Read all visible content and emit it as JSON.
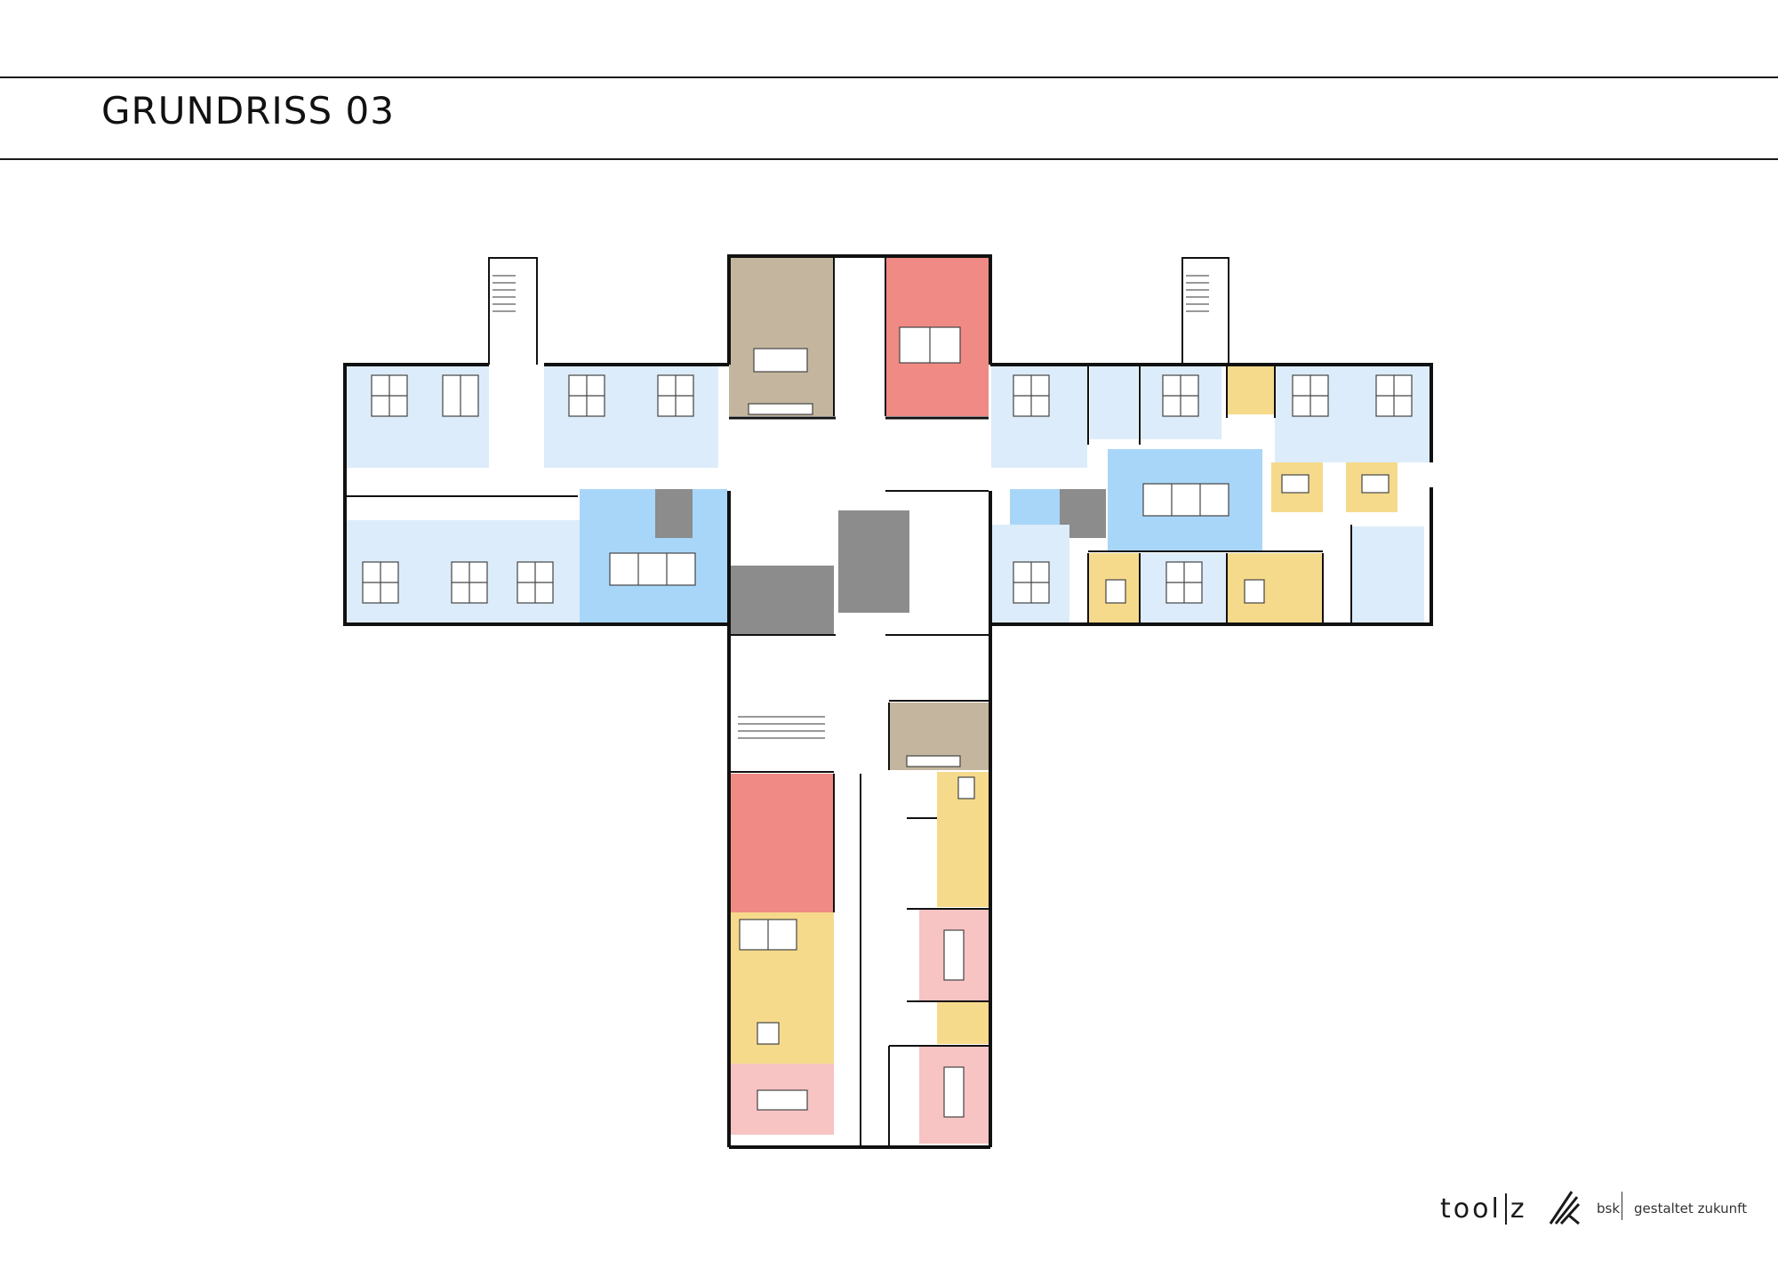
{
  "header": {
    "title": "GRUNDRISS 03"
  },
  "footer": {
    "tool_left": "tool",
    "tool_right": "z",
    "bsk": "bsk",
    "tagline": "gestaltet zukunft"
  },
  "legend_colors": {
    "open_office": "#dcecfa",
    "team_zone": "#a8d6f8",
    "focus_room": "#f6da8c",
    "lounge": "#c4b69e",
    "creative": "#f08a84",
    "meeting": "#f7c3c3",
    "core": "#8c8c8c"
  }
}
